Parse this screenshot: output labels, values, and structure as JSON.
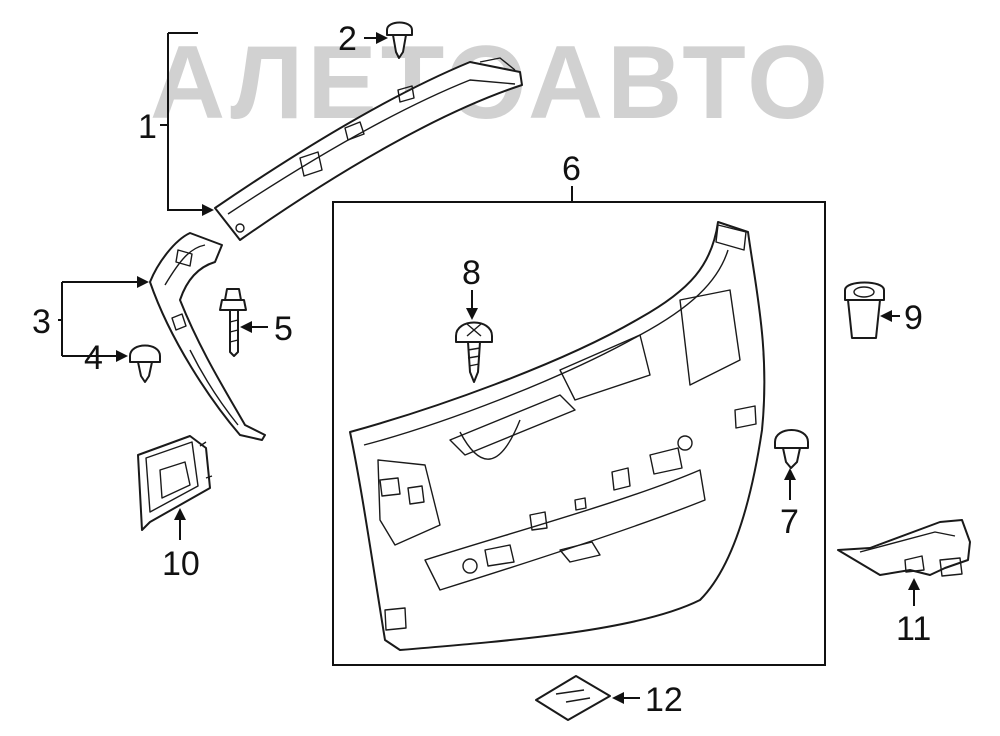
{
  "watermark": {
    "text": "АЛЕТОАВТО",
    "color": "#c9c9c9"
  },
  "callouts": [
    {
      "id": "1",
      "label": "1"
    },
    {
      "id": "2",
      "label": "2"
    },
    {
      "id": "3",
      "label": "3"
    },
    {
      "id": "4",
      "label": "4"
    },
    {
      "id": "5",
      "label": "5"
    },
    {
      "id": "6",
      "label": "6"
    },
    {
      "id": "7",
      "label": "7"
    },
    {
      "id": "8",
      "label": "8"
    },
    {
      "id": "9",
      "label": "9"
    },
    {
      "id": "10",
      "label": "10"
    },
    {
      "id": "11",
      "label": "11"
    },
    {
      "id": "12",
      "label": "12"
    }
  ],
  "colors": {
    "line": "#1a1a1a",
    "background": "#ffffff"
  }
}
